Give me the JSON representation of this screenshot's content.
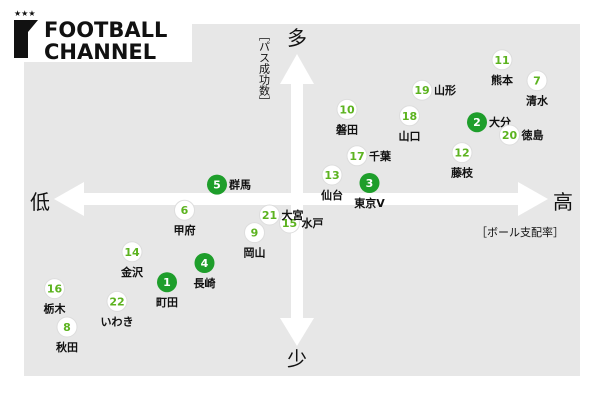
{
  "brand": {
    "line1": "FOOTBALL",
    "line2": "CHANNEL",
    "stars": "★★★"
  },
  "colors": {
    "background": "#e7e7e7",
    "arrow": "#ffffff",
    "top": "#1e9e2b",
    "other": "#5cb31f",
    "text": "#111111"
  },
  "chart_data": {
    "type": "scatter",
    "xlabel": "［ボール支配率］",
    "ylabel": "［パス成功数］",
    "axis_ends": {
      "x_low": "低",
      "x_high": "高",
      "y_high": "多",
      "y_low": "少"
    },
    "xlim": [
      -1,
      1
    ],
    "ylim": [
      -1,
      1
    ],
    "grid": false,
    "points": [
      {
        "rank": "1",
        "name": "町田",
        "x": -0.52,
        "y": -0.52,
        "highlight": true,
        "label_pos": "below"
      },
      {
        "rank": "2",
        "name": "大分",
        "x": 0.72,
        "y": 0.48,
        "highlight": true,
        "label_pos": "right"
      },
      {
        "rank": "3",
        "name": "東京V",
        "x": 0.29,
        "y": 0.1,
        "highlight": true,
        "label_pos": "below"
      },
      {
        "rank": "4",
        "name": "長崎",
        "x": -0.37,
        "y": -0.4,
        "highlight": true,
        "label_pos": "below"
      },
      {
        "rank": "5",
        "name": "群馬",
        "x": -0.32,
        "y": 0.09,
        "highlight": true,
        "label_pos": "right"
      },
      {
        "rank": "6",
        "name": "甲府",
        "x": -0.45,
        "y": -0.07,
        "highlight": false,
        "label_pos": "below"
      },
      {
        "rank": "7",
        "name": "清水",
        "x": 0.96,
        "y": 0.74,
        "highlight": false,
        "label_pos": "below"
      },
      {
        "rank": "8",
        "name": "秋田",
        "x": -0.92,
        "y": -0.8,
        "highlight": false,
        "label_pos": "below"
      },
      {
        "rank": "9",
        "name": "岡山",
        "x": -0.17,
        "y": -0.21,
        "highlight": false,
        "label_pos": "below"
      },
      {
        "rank": "10",
        "name": "磐田",
        "x": 0.2,
        "y": 0.56,
        "highlight": false,
        "label_pos": "below"
      },
      {
        "rank": "11",
        "name": "熊本",
        "x": 0.82,
        "y": 0.87,
        "highlight": false,
        "label_pos": "below"
      },
      {
        "rank": "12",
        "name": "藤枝",
        "x": 0.66,
        "y": 0.29,
        "highlight": false,
        "label_pos": "below"
      },
      {
        "rank": "13",
        "name": "仙台",
        "x": 0.14,
        "y": 0.15,
        "highlight": false,
        "label_pos": "below"
      },
      {
        "rank": "14",
        "name": "金沢",
        "x": -0.66,
        "y": -0.33,
        "highlight": false,
        "label_pos": "below"
      },
      {
        "rank": "15",
        "name": "水戸",
        "x": -0.03,
        "y": -0.15,
        "highlight": false,
        "label_pos": "right"
      },
      {
        "rank": "16",
        "name": "栃木",
        "x": -0.97,
        "y": -0.56,
        "highlight": false,
        "label_pos": "below"
      },
      {
        "rank": "17",
        "name": "千葉",
        "x": 0.24,
        "y": 0.27,
        "highlight": false,
        "label_pos": "right"
      },
      {
        "rank": "18",
        "name": "山口",
        "x": 0.45,
        "y": 0.52,
        "highlight": false,
        "label_pos": "below"
      },
      {
        "rank": "19",
        "name": "山形",
        "x": 0.5,
        "y": 0.68,
        "highlight": false,
        "label_pos": "right"
      },
      {
        "rank": "20",
        "name": "徳島",
        "x": 0.85,
        "y": 0.4,
        "highlight": false,
        "label_pos": "right"
      },
      {
        "rank": "21",
        "name": "大宮",
        "x": -0.11,
        "y": -0.1,
        "highlight": false,
        "label_pos": "right"
      },
      {
        "rank": "22",
        "name": "いわき",
        "x": -0.72,
        "y": -0.64,
        "highlight": false,
        "label_pos": "below"
      }
    ]
  }
}
